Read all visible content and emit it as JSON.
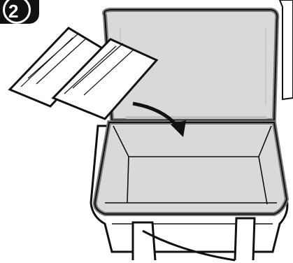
{
  "step": {
    "number": "2"
  },
  "illustration": {
    "subject": "insulated-cooler-bag-open",
    "items": [
      "ice-pack",
      "ice-pack"
    ],
    "action_icon": "arrow-icon"
  },
  "colors": {
    "outline": "#111111",
    "bag_lining": "#d9d9d9",
    "bag_rim": "#7a7a7a",
    "shadow": "#bfbfbf",
    "badge": "#111111"
  }
}
